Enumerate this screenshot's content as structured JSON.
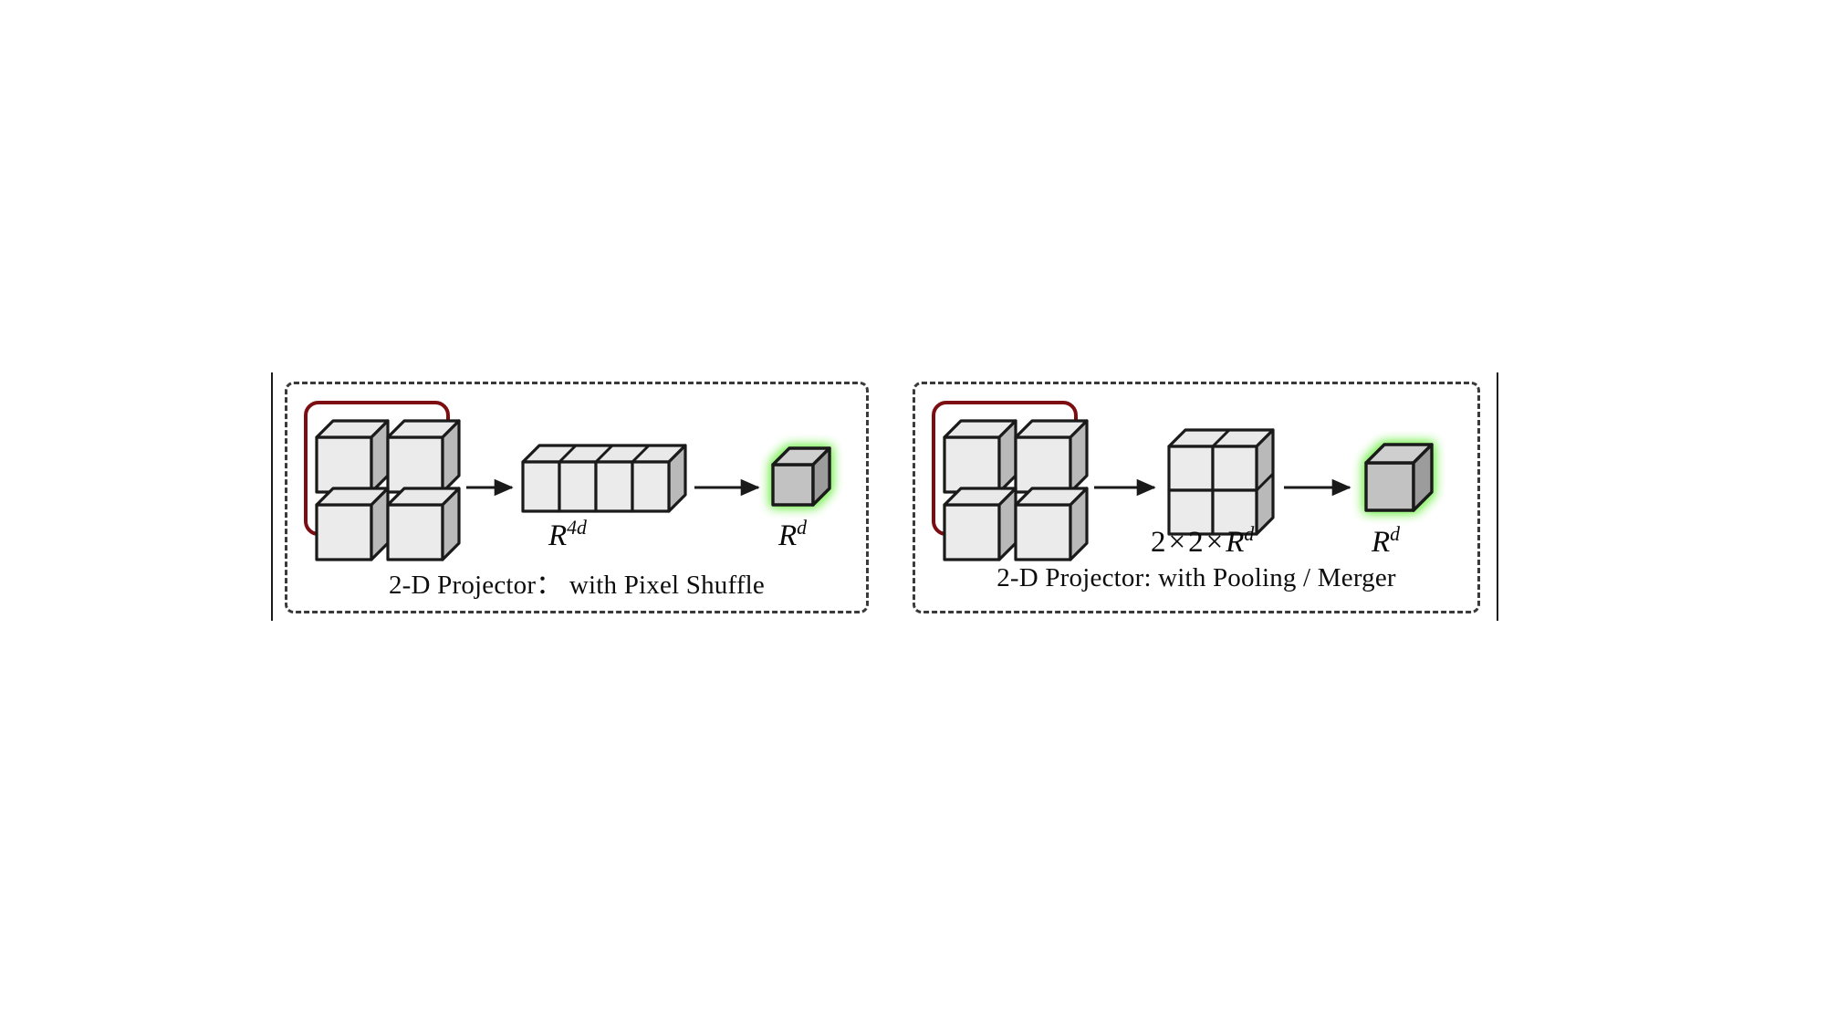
{
  "figure": {
    "background": "#ffffff",
    "rule_color": "#1a1a1a",
    "panel_border_color": "#3a3a38",
    "group_box_color": "#7c0d11",
    "cube_outline": "#1a1a1a",
    "cube_front": "#ebebeb",
    "cube_top": "#e9e9e9",
    "cube_side": "#b9b9b9",
    "output_cube_front": "#c2c2c2",
    "output_cube_top": "#cfcfcf",
    "output_cube_side": "#9c9c9c",
    "glow_color": "#7ef05a",
    "arrow_color": "#1a1a1a"
  },
  "panels": [
    {
      "id": "pixel-shuffle",
      "caption": "2-D Projector：  with Pixel Shuffle",
      "input": {
        "name": "2x2-cube-grid",
        "cube_count": 4,
        "rows": 2,
        "cols": 2
      },
      "middle": {
        "name": "flattened-cube-bar",
        "cube_count": 4,
        "label_base": "R",
        "label_sup": "4d",
        "label_text": "R4d"
      },
      "output": {
        "name": "single-cube-highlighted",
        "label_base": "R",
        "label_sup": "d",
        "label_text": "Rd",
        "glow": true
      },
      "arrows": 2
    },
    {
      "id": "pooling-merger",
      "caption": "2-D Projector: with Pooling / Merger",
      "input": {
        "name": "2x2-cube-grid",
        "cube_count": 4,
        "rows": 2,
        "cols": 2
      },
      "middle": {
        "name": "merged-2x2-block",
        "cube_count": 4,
        "rows": 2,
        "cols": 2,
        "label_prefix": "2",
        "label_times": "×",
        "label_mid": "2",
        "label_base": "R",
        "label_sup": "d",
        "label_text": "2 × 2 × Rd"
      },
      "output": {
        "name": "single-cube-highlighted",
        "label_base": "R",
        "label_sup": "d",
        "label_text": "Rd",
        "glow": true
      },
      "arrows": 2
    }
  ]
}
